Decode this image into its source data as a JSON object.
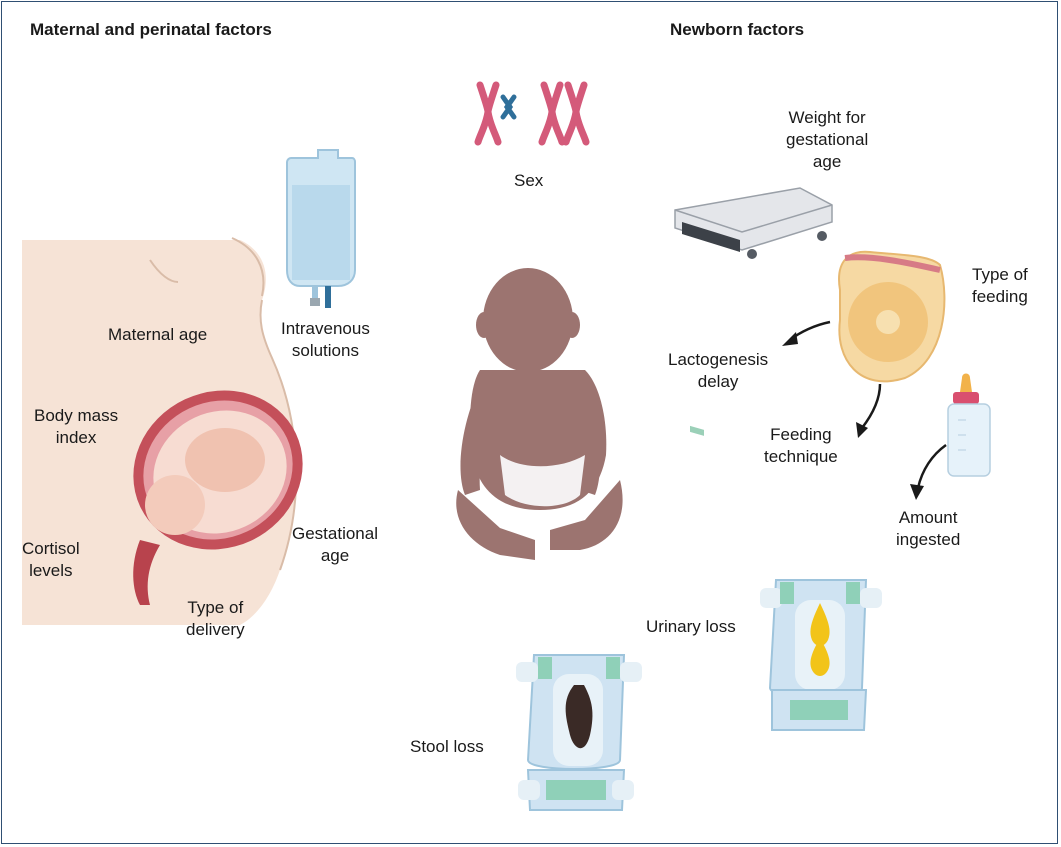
{
  "headings": {
    "maternal": "Maternal and perinatal factors",
    "newborn": "Newborn factors"
  },
  "labels": {
    "maternal_age": "Maternal age",
    "intravenous": "Intravenous\nsolutions",
    "bmi": "Body mass\nindex",
    "cortisol": "Cortisol\nlevels",
    "gestational_age": "Gestational\nage",
    "delivery": "Type of\ndelivery",
    "sex": "Sex",
    "weight": "Weight for\ngestational\nage",
    "feeding_type": "Type of\nfeeding",
    "lactogenesis": "Lactogenesis\ndelay",
    "technique": "Feeding\ntechnique",
    "amount": "Amount\ningested",
    "urinary": "Urinary loss",
    "stool": "Stool loss"
  },
  "colors": {
    "frame": "#2f4f73",
    "skin_mother": "#f6e3d6",
    "uterus": "#c4505a",
    "baby_skin": "#9c7470",
    "iv_bag": "#cfe6f3",
    "chromosome_pink": "#d45a7a",
    "chromosome_blue": "#2f6f9a",
    "diaper": "#cfe3f2",
    "diaper_tab": "#8fd0b8",
    "urine": "#f2c419",
    "stool": "#3a2a26",
    "breast": "#f6d9a3"
  }
}
